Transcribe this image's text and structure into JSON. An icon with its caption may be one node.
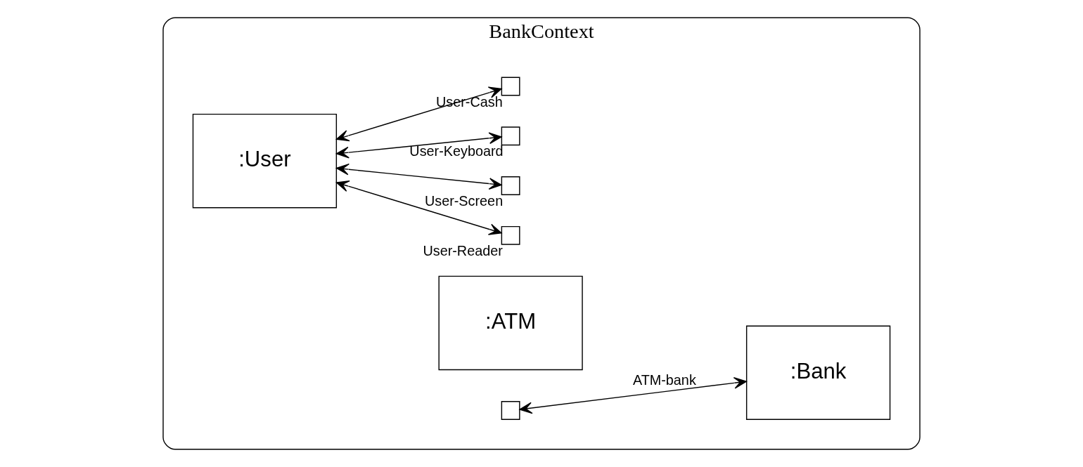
{
  "diagram": {
    "nodes": [
      {
        "text": [
          "BankContext"
        ]
      },
      {
        "text": [
          ":User"
        ],
        "in": 0
      },
      {
        "text": [
          ":ATM"
        ],
        "in": 0
      },
      {
        "text": [],
        "shape": "box",
        "in": 0,
        "beside": [
          "User-Reader"
        ]
      },
      {
        "text": [],
        "shape": "box",
        "in": 0,
        "beside": [
          "User-Screen"
        ]
      },
      {
        "text": [],
        "shape": "box",
        "in": 0,
        "beside": [
          "User-Keyboard"
        ]
      },
      {
        "text": [],
        "shape": "box",
        "in": 0,
        "beside": [
          "User-Cash"
        ]
      },
      {
        "text": [],
        "shape": "box",
        "in": 0
      },
      {
        "text": [
          ":Bank"
        ],
        "in": 0
      }
    ],
    "edges": [
      {
        "from": 1,
        "to": 3,
        "arrow": "both"
      },
      {
        "from": 1,
        "to": 4,
        "arrow": "both"
      },
      {
        "from": 1,
        "to": 5,
        "arrow": "both"
      },
      {
        "from": 1,
        "to": 6,
        "arrow": "both"
      },
      {
        "from": 7,
        "to": 8,
        "arrow": "both",
        "label": "ATM-bank"
      }
    ]
  }
}
